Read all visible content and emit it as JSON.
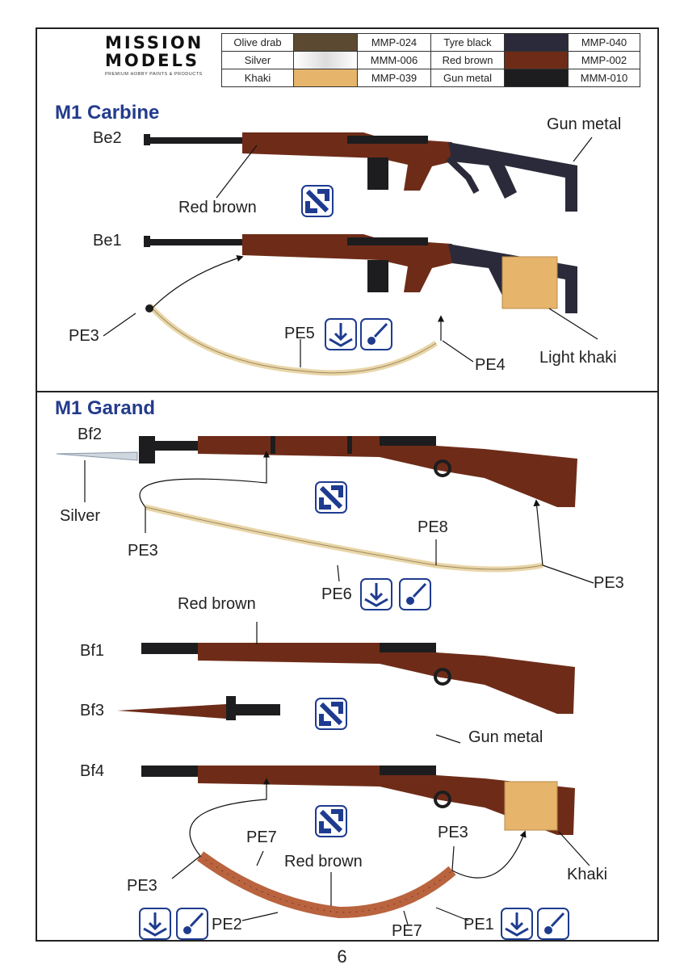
{
  "brand": {
    "line1": "MISSION",
    "line2": "MODELS",
    "tagline": "PREMIUM HOBBY PAINTS & PRODUCTS"
  },
  "legend": [
    {
      "name": "Olive drab",
      "color": "#5b4a31",
      "code": "MMP-024",
      "name2": "Tyre black",
      "color2": "#2b2a3a",
      "code2": "MMP-040"
    },
    {
      "name": "Silver",
      "color": "#f0f0f0",
      "code": "MMM-006",
      "name2": "Red brown",
      "color2": "#6e2c18",
      "code2": "MMP-002"
    },
    {
      "name": "Khaki",
      "color": "#e7b46b",
      "code": "MMP-039",
      "name2": "Gun metal",
      "color2": "#1d1d1f",
      "code2": "MMM-010"
    }
  ],
  "sections": {
    "carbine": "M1 Carbine",
    "garand": "M1 Garand"
  },
  "labels": {
    "be2": "Be2",
    "be1": "Be1",
    "gun_metal_1": "Gun metal",
    "red_brown_1": "Red brown",
    "pe3_a": "PE3",
    "pe5": "PE5",
    "pe4": "PE4",
    "light_khaki": "Light khaki",
    "bf2": "Bf2",
    "silver": "Silver",
    "pe3_b": "PE3",
    "pe8": "PE8",
    "pe6": "PE6",
    "pe3_c": "PE3",
    "red_brown_2": "Red brown",
    "bf1": "Bf1",
    "bf3": "Bf3",
    "bf4": "Bf4",
    "gun_metal_2": "Gun metal",
    "pe7_a": "PE7",
    "pe3_d": "PE3",
    "red_brown_3": "Red brown",
    "pe3_e": "PE3",
    "khaki": "Khaki",
    "pe2": "PE2",
    "pe7_b": "PE7",
    "pe1": "PE1"
  },
  "page_number": "6",
  "icons": [
    "assembly-icon",
    "fold-down-icon",
    "paint-drop-icon"
  ]
}
